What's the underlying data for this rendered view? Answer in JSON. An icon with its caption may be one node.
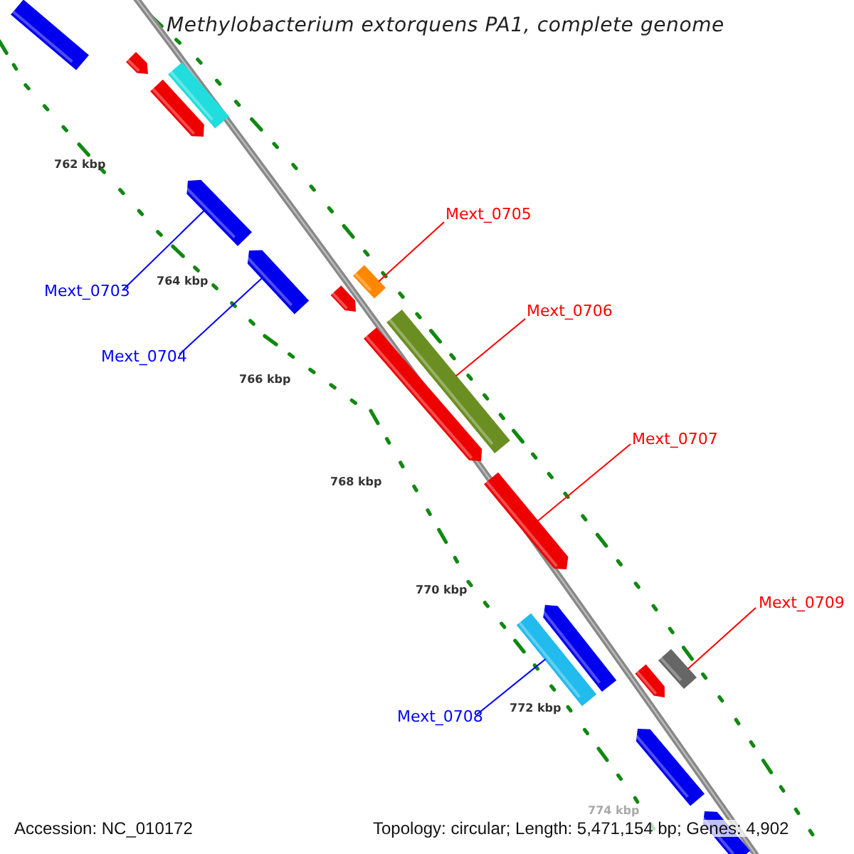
{
  "diagram": {
    "title": "Methylobacterium extorquens PA1, complete genome",
    "nodes": [
      {
        "text": [
          "Mext_0705"
        ]
      },
      {
        "text": [
          "Mext_0703"
        ]
      },
      {
        "text": [
          "Mext_0706"
        ]
      },
      {
        "text": [
          "Mext_0704"
        ]
      },
      {
        "text": [
          "Mext_0707"
        ]
      },
      {
        "text": [
          "Mext_0709"
        ]
      },
      {
        "text": [
          "Mext_0708"
        ]
      },
      {
        "text": [],
        "shape": "bar"
      },
      {
        "text": [],
        "shape": "bar"
      },
      {
        "text": [],
        "shape": "bar"
      },
      {
        "text": [],
        "shape": "bar"
      },
      {
        "text": [],
        "shape": "bar"
      },
      {
        "text": [],
        "shape": "bar"
      },
      {
        "text": [],
        "shape": "bar"
      },
      {
        "text": [],
        "shape": "bar"
      },
      {
        "text": [],
        "shape": "bar"
      },
      {
        "text": [],
        "shape": "bar"
      },
      {
        "text": [],
        "shape": "bar"
      },
      {
        "text": [],
        "shape": "bar"
      },
      {
        "text": [],
        "shape": "bar"
      },
      {
        "text": [],
        "shape": "bar"
      },
      {
        "text": [],
        "shape": "bar"
      },
      {
        "text": [],
        "shape": "bar"
      },
      {
        "text": [],
        "shape": "bar"
      }
    ],
    "edges": [
      {
        "from": 0,
        "to": 13,
        "arrow": "none"
      },
      {
        "from": 1,
        "to": 11,
        "arrow": "none",
        "color": "#0000ff"
      },
      {
        "from": 2,
        "to": 15,
        "arrow": "none"
      },
      {
        "from": 3,
        "to": 12,
        "arrow": "none",
        "color": "#0000ff"
      },
      {
        "from": 4,
        "to": 17,
        "arrow": "none"
      },
      {
        "from": 5,
        "to": 20,
        "arrow": "none"
      },
      {
        "from": 6,
        "to": 19,
        "arrow": "none",
        "color": "#0000ff"
      }
    ],
    "labels": [
      "762 kbp",
      "764 kbp",
      "766 kbp",
      "768 kbp",
      "770 kbp",
      "772 kbp",
      "774 kbp",
      "Accession: NC_010172",
      "Topology: circular; Length: 5,471,154 bp; Genes: 4,902"
    ]
  }
}
